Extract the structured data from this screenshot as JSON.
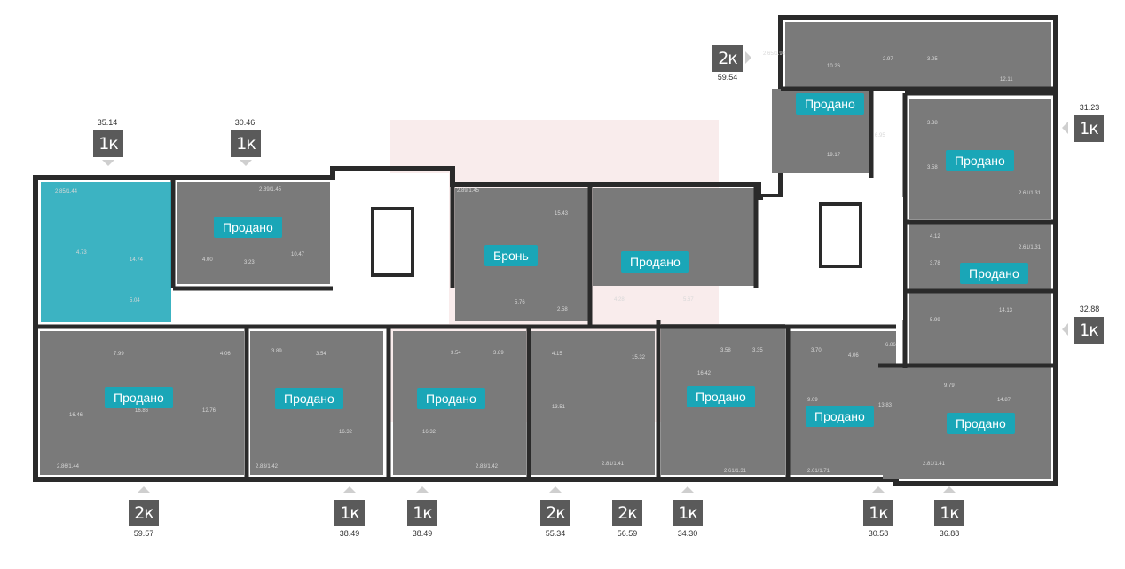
{
  "status_labels": {
    "sold": "Продано",
    "reserved": "Бронь"
  },
  "colors": {
    "wall": "#2a2a2a",
    "room": "#7a7a7a",
    "selected": "#1aa6b7",
    "badge": "#5a5a5a"
  },
  "apartments": [
    {
      "id": "a1",
      "type": "1к",
      "area": "35.14"
    },
    {
      "id": "a2",
      "type": "1к",
      "area": "30.46"
    },
    {
      "id": "a3",
      "type": "2к",
      "area": "59.54"
    },
    {
      "id": "a4",
      "type": "1к",
      "area": "31.23"
    },
    {
      "id": "a5",
      "type": "1к",
      "area": "32.88"
    },
    {
      "id": "a6",
      "type": "2к",
      "area": "59.57"
    },
    {
      "id": "a7",
      "type": "1к",
      "area": "38.49"
    },
    {
      "id": "a8",
      "type": "1к",
      "area": "38.49"
    },
    {
      "id": "a9",
      "type": "2к",
      "area": "55.34"
    },
    {
      "id": "a10",
      "type": "2к",
      "area": "56.59"
    },
    {
      "id": "a11",
      "type": "1к",
      "area": "34.30"
    },
    {
      "id": "a12",
      "type": "1к",
      "area": "30.58"
    },
    {
      "id": "a13",
      "type": "1к",
      "area": "36.88"
    }
  ],
  "room_labels": {
    "r1": "2.85/1.44",
    "r2": "2.89/1.45",
    "r3": "4.00",
    "r4": "3.23",
    "r5": "10.47",
    "r6": "2.89/1.45",
    "r7": "15.43",
    "r8": "5.76",
    "r9": "2.58",
    "r10": "4.28",
    "r11": "5.67",
    "r12": "2.65/1.93",
    "r13": "10.26",
    "r14": "2.97",
    "r15": "3.25",
    "r16": "12.11",
    "r17": "19.17",
    "r18": "6.95",
    "r19": "3.38",
    "r20": "3.58",
    "r21": "2.61/1.31",
    "r22": "4.12",
    "r23": "2.61/1.31",
    "r24": "3.78",
    "r25": "5.99",
    "r26": "14.13",
    "r27": "7.99",
    "r28": "4.06",
    "r29": "16.46",
    "r30": "16.86",
    "r31": "12.76",
    "r32": "2.86/1.44",
    "r33": "3.89",
    "r34": "3.54",
    "r35": "16.32",
    "r36": "2.83/1.42",
    "r37": "3.54",
    "r38": "3.89",
    "r39": "16.32",
    "r40": "2.83/1.42",
    "r41": "4.15",
    "r42": "15.32",
    "r43": "13.51",
    "r44": "2.81/1.41",
    "r45": "16.42",
    "r46": "3.58",
    "r47": "3.35",
    "r48": "2.61/1.31",
    "r49": "3.70",
    "r50": "4.06",
    "r51": "9.09",
    "r52": "2.61/1.71",
    "r53": "6.86",
    "r54": "9.79",
    "r55": "14.87",
    "r56": "2.81/1.41",
    "r57": "13.83",
    "r58": "4.73",
    "r59": "14.74",
    "r60": "5.04"
  }
}
